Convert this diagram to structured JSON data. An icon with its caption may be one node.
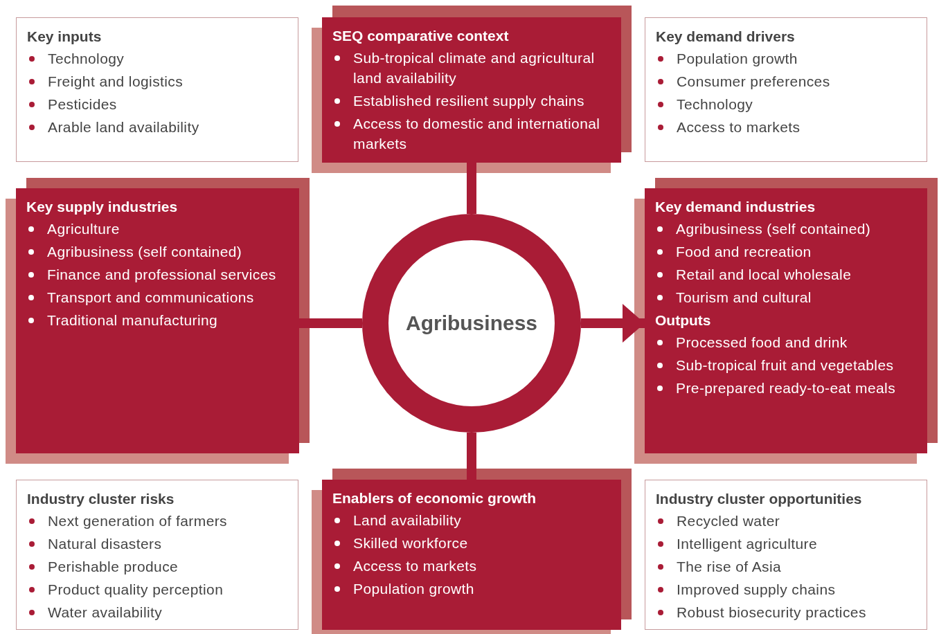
{
  "diagram": {
    "nodes": [
      {
        "text": [
          "Key inputs",
          "Technology",
          "Freight and logistics",
          "Pesticides",
          "Arable land availability"
        ]
      },
      {
        "text": [
          "SEQ comparative context",
          "Sub-tropical climate and agricultural land availability",
          "Established resilient supply chains",
          "Access to domestic and international markets"
        ]
      },
      {
        "text": [
          "Key demand drivers",
          "Population growth",
          "Consumer preferences",
          "Technology",
          "Access to markets"
        ]
      },
      {
        "text": [
          "Key supply industries",
          "Agriculture",
          "Agribusiness (self contained)",
          "Finance and professional services",
          "Transport and communications",
          "Traditional manufacturing"
        ]
      },
      {
        "text": [
          "Agribusiness"
        ]
      },
      {
        "text": [
          "Key demand industries",
          "Agribusiness (self contained)",
          "Food and recreation",
          "Retail and local wholesale",
          "Tourism and cultural",
          "Outputs",
          "Processed food and drink",
          "Sub-tropical fruit and vegetables",
          "Pre-prepared ready-to-eat meals"
        ]
      },
      {
        "text": [
          "Industry cluster risks",
          "Next generation of farmers",
          "Natural disasters",
          "Perishable produce",
          "Product quality perception",
          "Water availability"
        ]
      },
      {
        "text": [
          "Enablers of economic growth",
          "Land availability",
          "Skilled workforce",
          "Access to markets",
          "Population growth"
        ]
      },
      {
        "text": [
          "Industry cluster opportunities",
          "Recycled water",
          "Intelligent agriculture",
          "The rise of Asia",
          "Improved supply chains",
          "Robust biosecurity practices"
        ]
      }
    ],
    "edges": [
      {
        "from": 1,
        "to": 4,
        "arrow": "none"
      },
      {
        "from": 3,
        "to": 4,
        "arrow": "none"
      },
      {
        "from": 4,
        "to": 5,
        "arrow": "to"
      },
      {
        "from": 7,
        "to": 4,
        "arrow": "none"
      }
    ]
  }
}
